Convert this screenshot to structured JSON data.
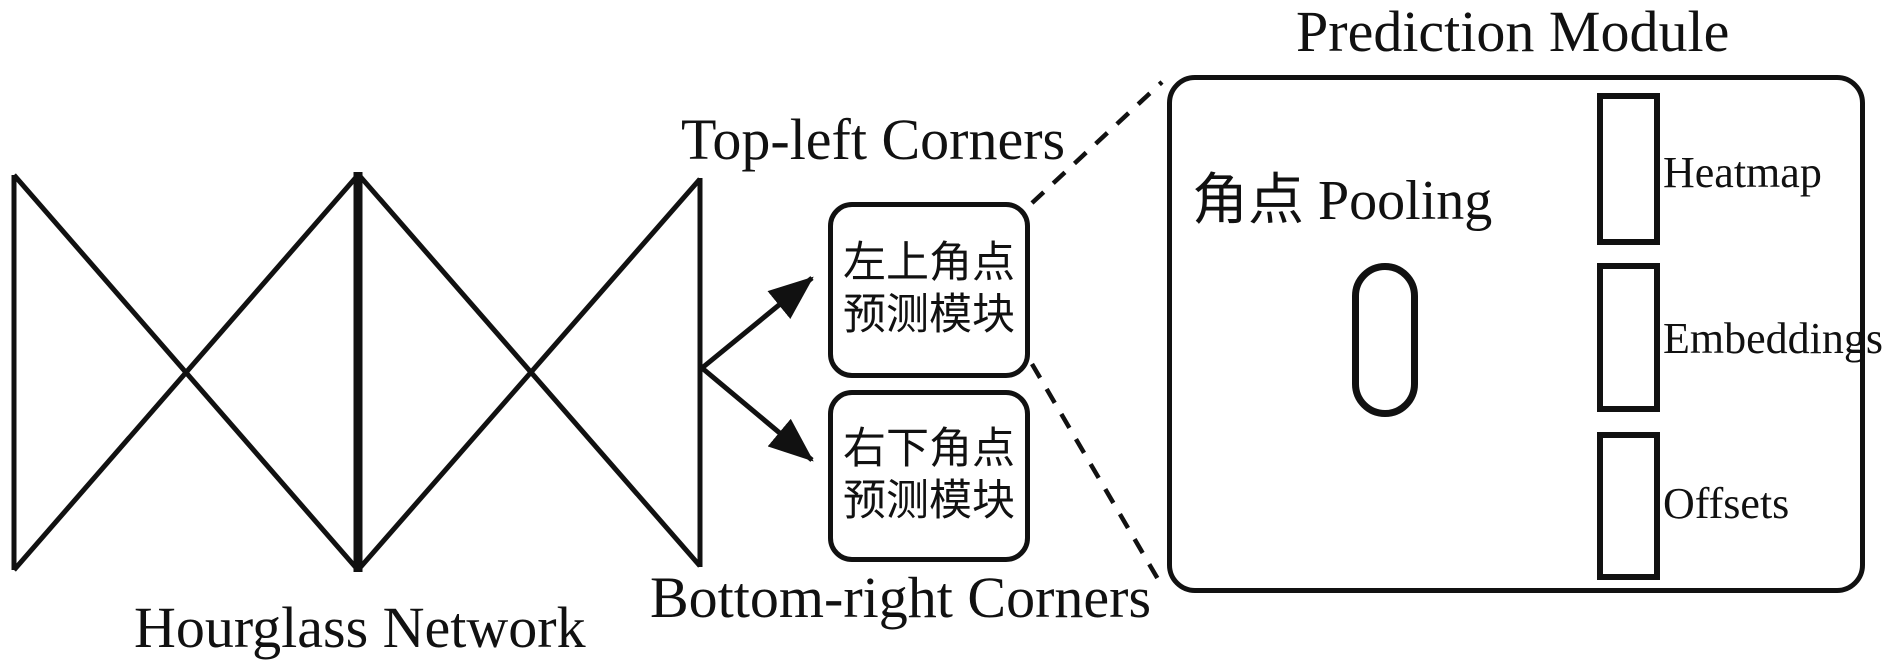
{
  "labels": {
    "hourglass": "Hourglass Network",
    "top_left": "Top-left Corners",
    "bottom_right": "Bottom-right Corners",
    "prediction_module": "Prediction Module",
    "corner_pooling": "角点 Pooling",
    "heatmap": "Heatmap",
    "embeddings": "Embeddings",
    "offsets": "Offsets"
  },
  "boxes": {
    "top_left_box": {
      "line1": "左上角点",
      "line2": "预测模块"
    },
    "bottom_right_box": {
      "line1": "右下角点",
      "line2": "预测模块"
    }
  },
  "colors": {
    "ink": "#111111",
    "background": "#ffffff"
  }
}
